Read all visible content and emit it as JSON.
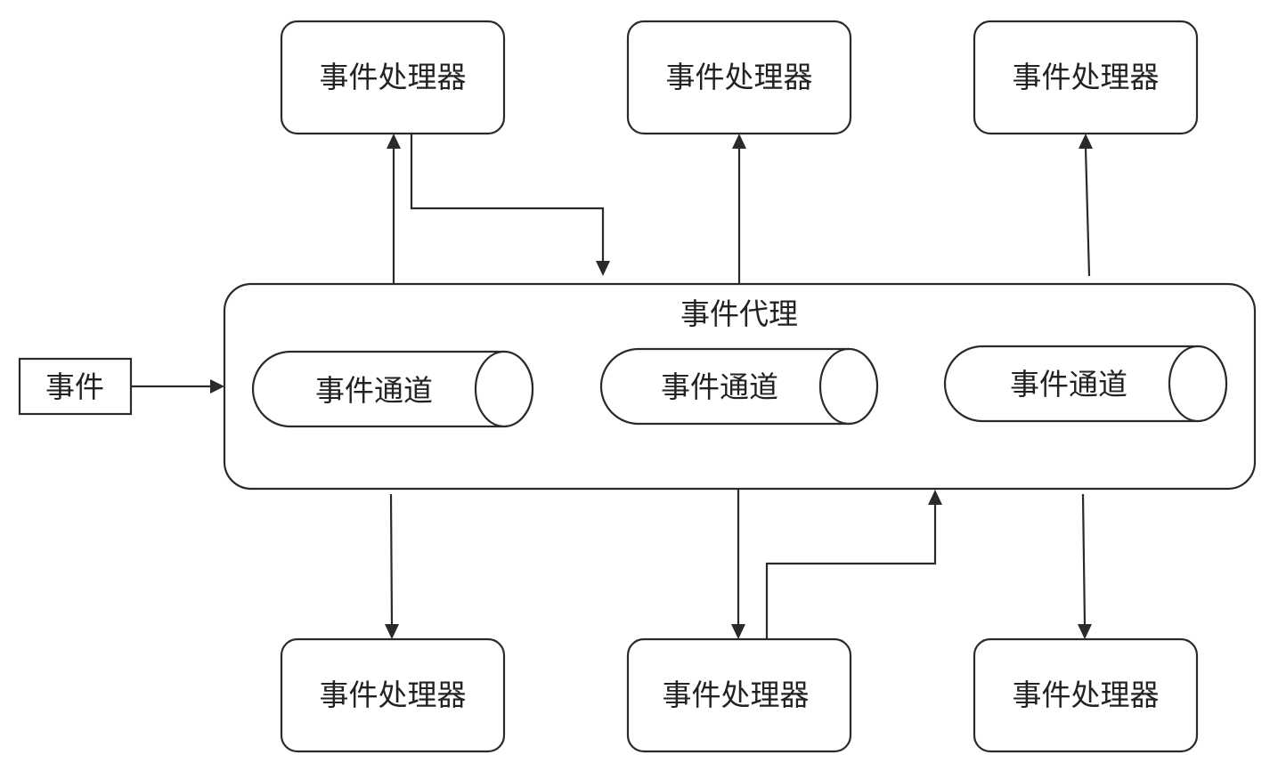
{
  "event": {
    "label": "事件"
  },
  "broker": {
    "title": "事件代理",
    "channels": [
      {
        "label": "事件通道"
      },
      {
        "label": "事件通道"
      },
      {
        "label": "事件通道"
      }
    ]
  },
  "handlers_top": [
    {
      "label": "事件处理器"
    },
    {
      "label": "事件处理器"
    },
    {
      "label": "事件处理器"
    }
  ],
  "handlers_bottom": [
    {
      "label": "事件处理器"
    },
    {
      "label": "事件处理器"
    },
    {
      "label": "事件处理器"
    }
  ],
  "colors": {
    "stroke": "#2a2a2a",
    "text": "#222222",
    "background": "#ffffff"
  }
}
